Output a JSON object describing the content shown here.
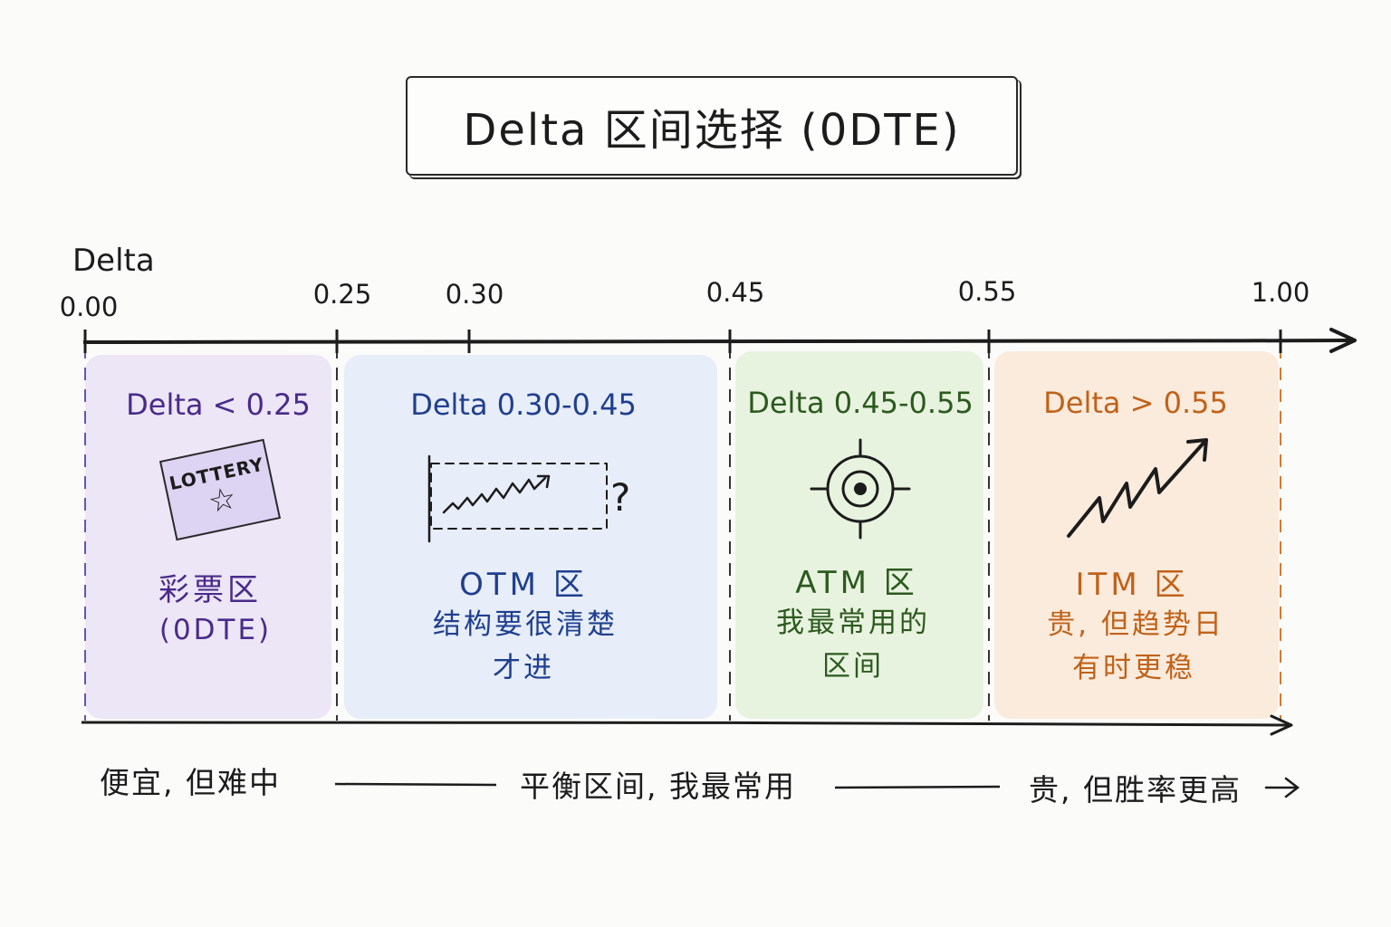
{
  "title": "Delta 区间选择 (0DTE)",
  "axis": {
    "label": "Delta",
    "ticks": [
      {
        "value": 0.0,
        "label": "0.00"
      },
      {
        "value": 0.25,
        "label": "0.25"
      },
      {
        "value": 0.3,
        "label": "0.30"
      },
      {
        "value": 0.45,
        "label": "0.45"
      },
      {
        "value": 0.55,
        "label": "0.55"
      },
      {
        "value": 1.0,
        "label": "1.00"
      }
    ]
  },
  "zones": [
    {
      "range": [
        0.0,
        0.25
      ],
      "delta_label": "Delta < 0.25",
      "icon": "lottery-ticket-icon",
      "icon_text": "LOTTERY",
      "name": "彩票区",
      "desc": [
        "(0DTE)"
      ],
      "color": "#4a2a8a",
      "fill": "#e9e2f6"
    },
    {
      "range": [
        0.25,
        0.45
      ],
      "delta_label": "Delta 0.30-0.45",
      "icon": "uncertain-trend-chart-icon",
      "name": "OTM 区",
      "desc": [
        "结构要很清楚",
        "才进"
      ],
      "color": "#1f3f8f",
      "fill": "#e3eaf8"
    },
    {
      "range": [
        0.45,
        0.55
      ],
      "delta_label": "Delta 0.45-0.55",
      "icon": "target-crosshair-icon",
      "name": "ATM 区",
      "desc": [
        "我最常用的",
        "区间"
      ],
      "color": "#2b5a1e",
      "fill": "#e5f2dc"
    },
    {
      "range": [
        0.55,
        1.0
      ],
      "delta_label": "Delta > 0.55",
      "icon": "uptrend-arrow-icon",
      "name": "ITM 区",
      "desc": [
        "贵, 但趋势日",
        "有时更稳"
      ],
      "color": "#c0621a",
      "fill": "#fbe9d8"
    }
  ],
  "bottom_labels": {
    "left": "便宜, 但难中",
    "middle": "平衡区间, 我最常用",
    "right": "贵, 但胜率更高"
  }
}
